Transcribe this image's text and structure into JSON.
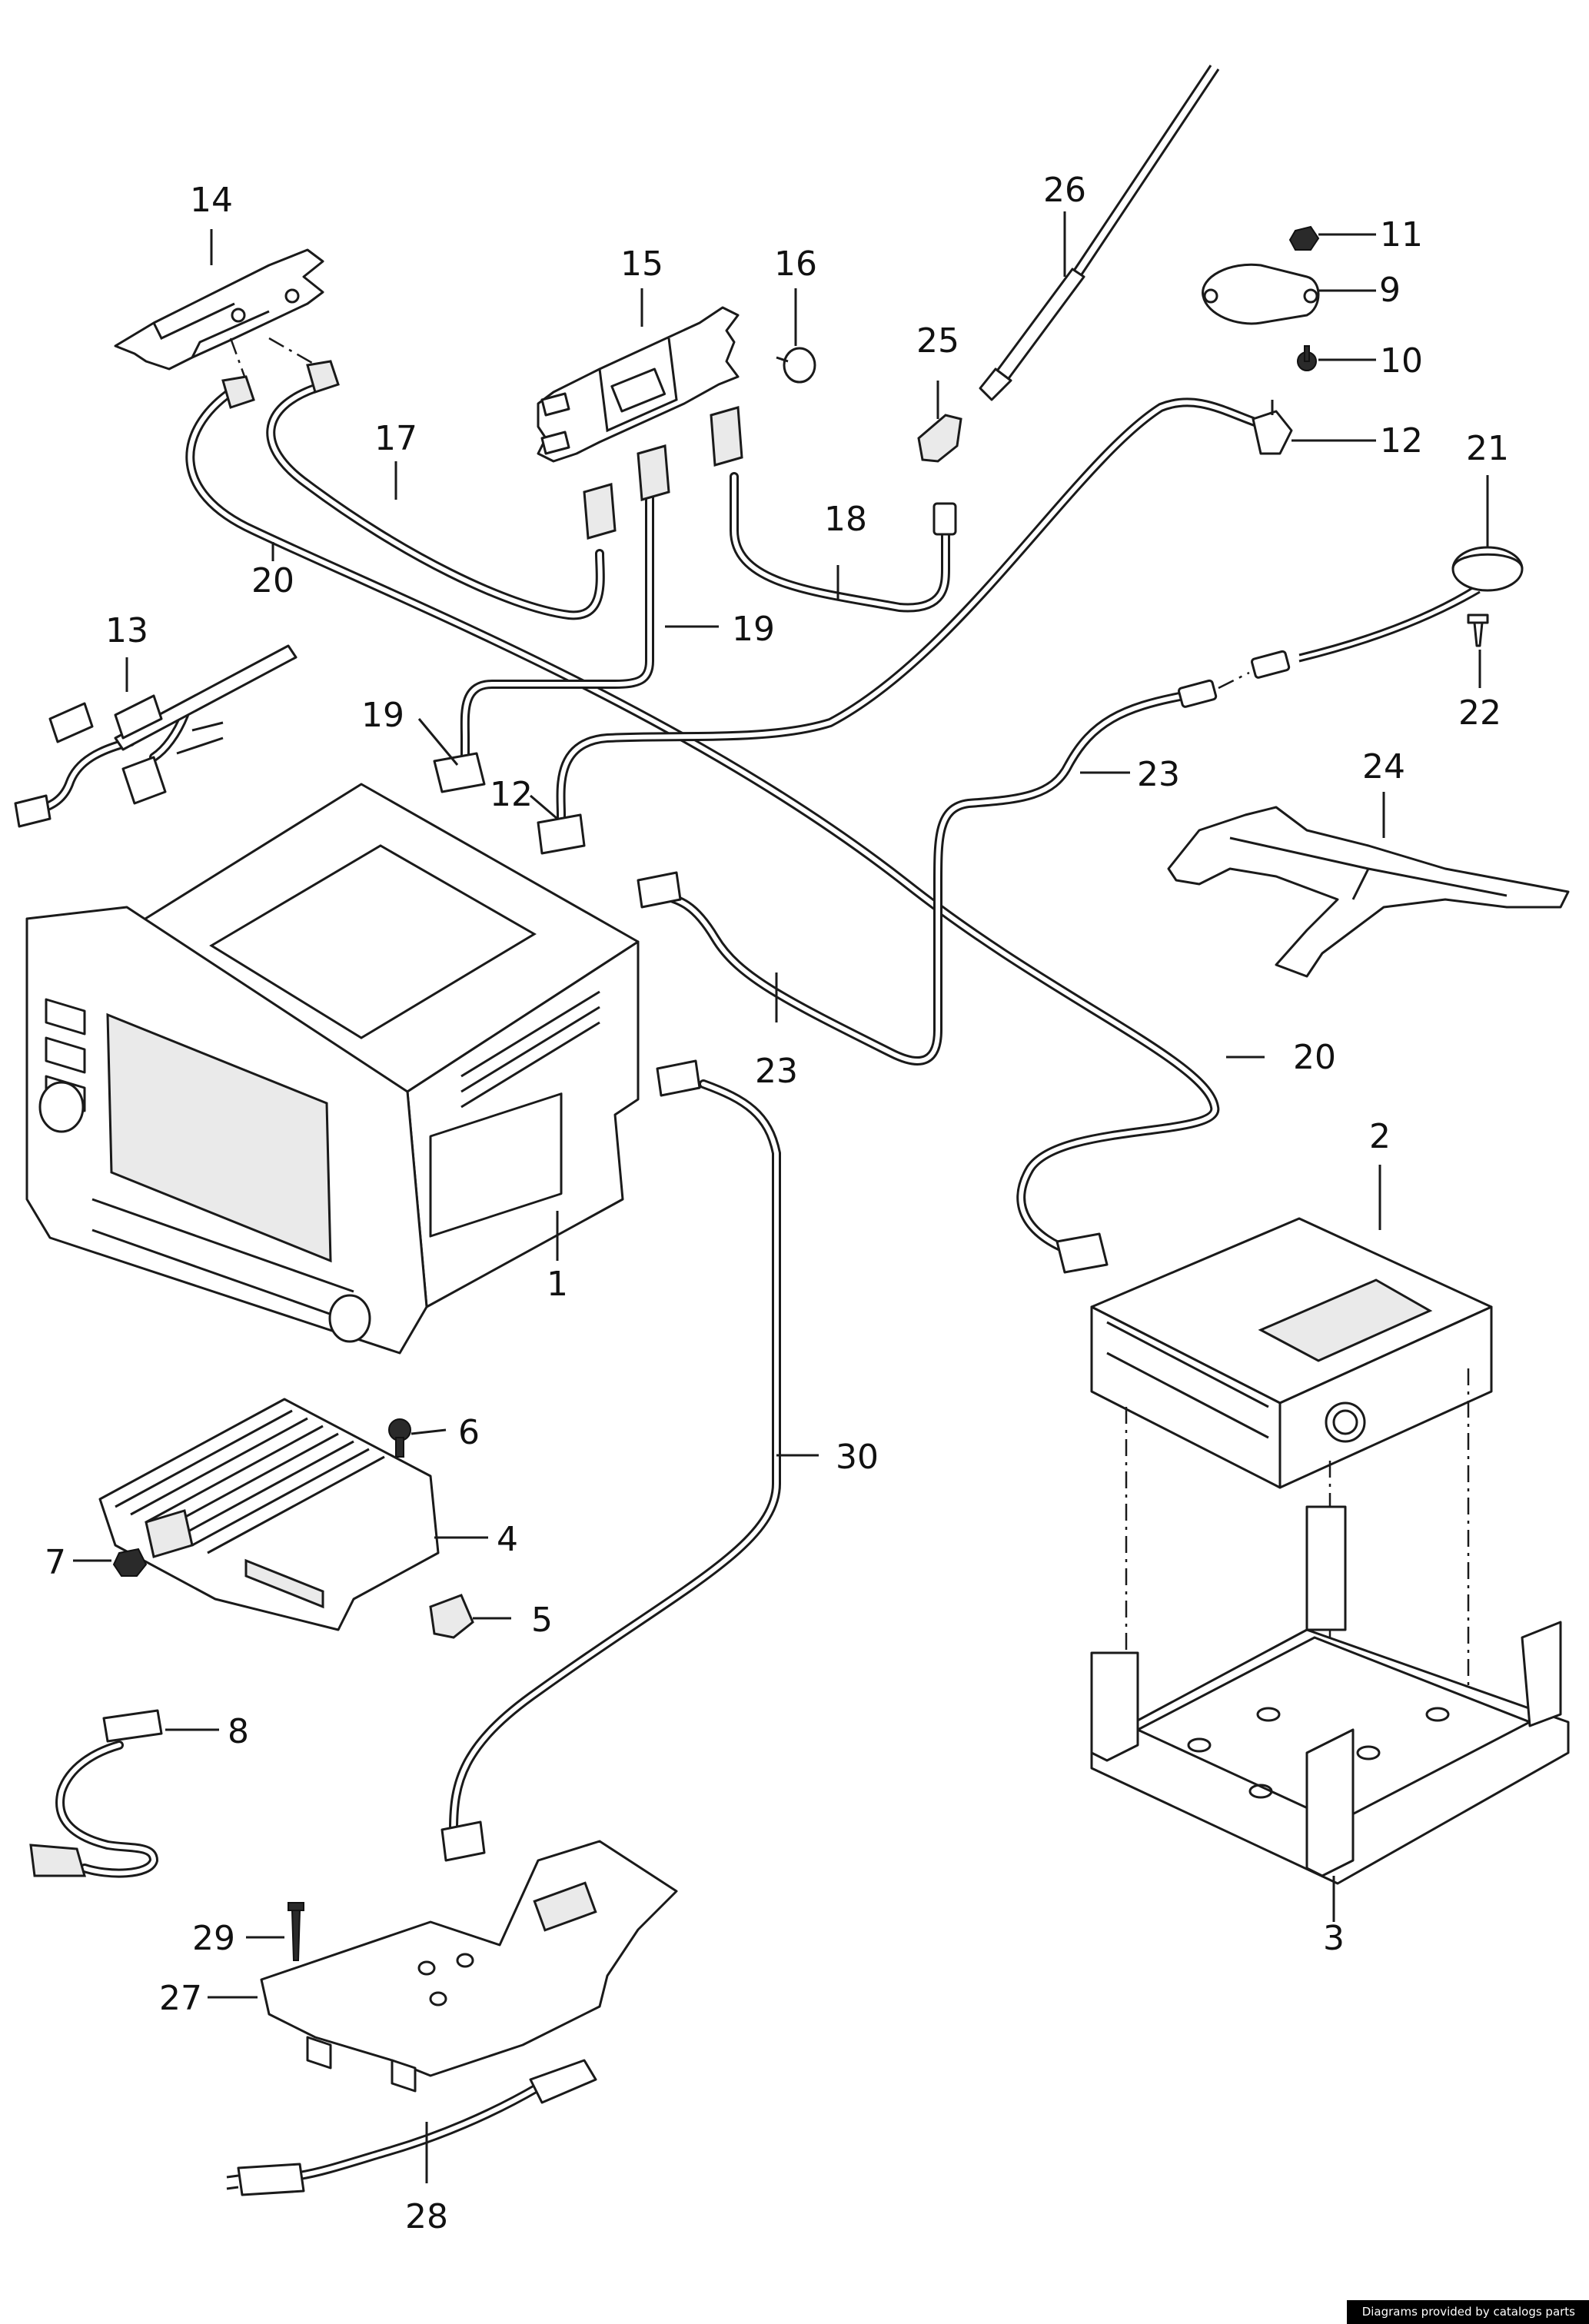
{
  "footer": {
    "credit": "Diagrams provided by catalogs parts"
  },
  "callouts": {
    "c1": "1",
    "c2": "2",
    "c3": "3",
    "c4": "4",
    "c5": "5",
    "c6": "6",
    "c7": "7",
    "c8": "8",
    "c9": "9",
    "c10": "10",
    "c11": "11",
    "c12a": "12",
    "c12b": "12",
    "c13": "13",
    "c14": "14",
    "c15": "15",
    "c16": "16",
    "c17": "17",
    "c18": "18",
    "c19a": "19",
    "c19b": "19",
    "c20a": "20",
    "c20b": "20",
    "c21": "21",
    "c22": "22",
    "c23a": "23",
    "c23b": "23",
    "c24": "24",
    "c25": "25",
    "c26": "26",
    "c27": "27",
    "c28": "28",
    "c29": "29",
    "c30": "30"
  }
}
